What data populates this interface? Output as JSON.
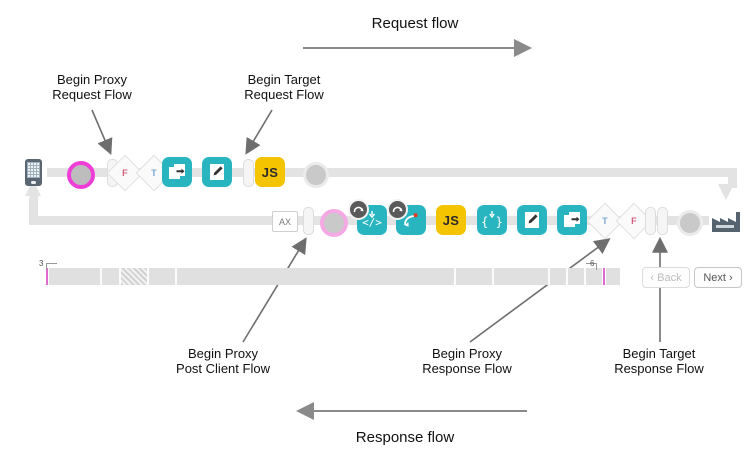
{
  "diagram": {
    "title_request": "Request flow",
    "title_response": "Response flow"
  },
  "callouts": {
    "begin_proxy_request": "Begin Proxy\nRequest Flow",
    "begin_target_request": "Begin Target\nRequest Flow",
    "begin_proxy_post_client": "Begin Proxy\nPost Client Flow",
    "begin_proxy_response": "Begin Proxy\nResponse Flow",
    "begin_target_response": "Begin Target\nResponse Flow"
  },
  "request_row": {
    "client_icon": "mobile-phone-icon",
    "nodes": [
      {
        "name": "proxy-request-start-dot",
        "kind": "dot-pink-ring",
        "label": ""
      },
      {
        "name": "flow-separator-bar",
        "kind": "pill",
        "label": ""
      },
      {
        "name": "condition-false-diamond",
        "kind": "diamond",
        "label": "F"
      },
      {
        "name": "condition-true-diamond",
        "kind": "diamond",
        "label": "T"
      },
      {
        "name": "policy-service-callout",
        "kind": "chip-teal",
        "label": ""
      },
      {
        "name": "policy-assign-message",
        "kind": "chip-teal",
        "label": ""
      },
      {
        "name": "target-request-separator-bar",
        "kind": "pill",
        "label": ""
      },
      {
        "name": "policy-javascript",
        "kind": "chip-yellow",
        "label": "JS"
      },
      {
        "name": "request-end-dot",
        "kind": "dot",
        "label": ""
      }
    ]
  },
  "response_row": {
    "target_icon": "factory-icon",
    "nodes": [
      {
        "name": "analytics-box",
        "kind": "ax-box",
        "label": "AX"
      },
      {
        "name": "post-client-separator-bar",
        "kind": "pill",
        "label": ""
      },
      {
        "name": "post-client-start-dot",
        "kind": "dot-pink-ring-light",
        "label": ""
      },
      {
        "name": "policy-extract-variables",
        "kind": "chip-teal",
        "label": ""
      },
      {
        "name": "policy-raise-fault",
        "kind": "chip-teal",
        "label": ""
      },
      {
        "name": "policy-javascript",
        "kind": "chip-yellow",
        "label": "JS"
      },
      {
        "name": "policy-json-to-xml",
        "kind": "chip-teal",
        "label": ""
      },
      {
        "name": "policy-assign-message",
        "kind": "chip-teal",
        "label": ""
      },
      {
        "name": "policy-service-callout",
        "kind": "chip-teal",
        "label": ""
      },
      {
        "name": "condition-true-diamond",
        "kind": "diamond",
        "label": "T"
      },
      {
        "name": "condition-false-diamond",
        "kind": "diamond",
        "label": "F"
      },
      {
        "name": "proxy-response-separator-bar",
        "kind": "pill",
        "label": ""
      },
      {
        "name": "target-response-separator-bar",
        "kind": "pill",
        "label": ""
      },
      {
        "name": "response-end-dot",
        "kind": "dot",
        "label": ""
      }
    ]
  },
  "timeline": {
    "left_marker_label": "3",
    "right_marker_label": "6",
    "back_button": "‹ Back",
    "next_button": "Next ›"
  },
  "colors": {
    "teal": "#29b5bf",
    "yellow": "#f5c400",
    "pink": "#ef3ed8",
    "pink_light": "#f4a8e4",
    "track": "#e3e3e3",
    "factory": "#55636f",
    "arrow": "#8a8a8a"
  }
}
